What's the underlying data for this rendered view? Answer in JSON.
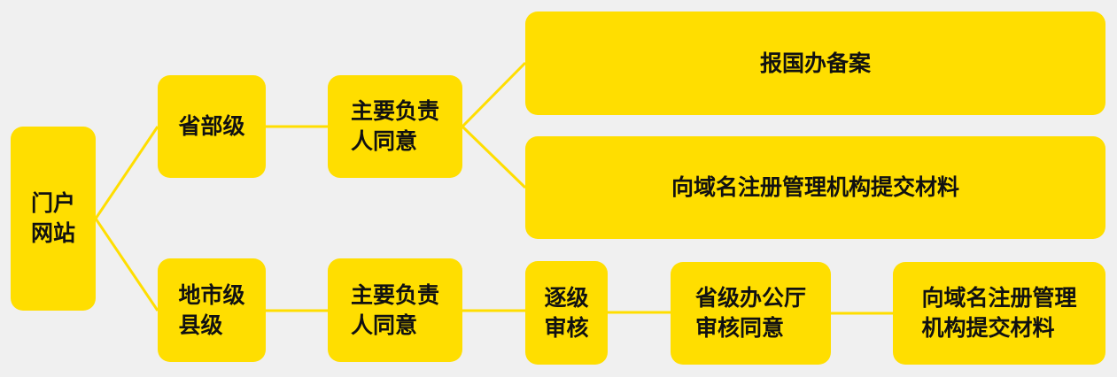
{
  "colors": {
    "box_fill": "#ffde00",
    "connector": "#ffde00",
    "background": "#f0f0f0",
    "text": "#111111"
  },
  "root": {
    "label": "门户\n网站"
  },
  "provincial": {
    "level": "省部级",
    "approval": "主要负责\n人同意",
    "outcome_1": "报国办备案",
    "outcome_2": "向域名注册管理机构提交材料"
  },
  "municipal": {
    "level": "地市级\n县级",
    "approval": "主要负责\n人同意",
    "review": "逐级\n审核",
    "office_approval": "省级办公厅\n审核同意",
    "submission": "向域名注册管理\n机构提交材料"
  }
}
